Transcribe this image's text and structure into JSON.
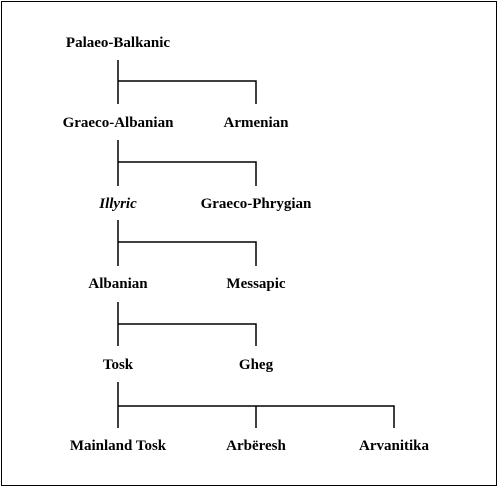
{
  "diagram": {
    "nodes": {
      "palaeo_balkanic": "Palaeo-Balkanic",
      "graeco_albanian": "Graeco-Albanian",
      "armenian": "Armenian",
      "illyric": "Illyric",
      "graeco_phrygian": "Graeco-Phrygian",
      "albanian": "Albanian",
      "messapic": "Messapic",
      "tosk": "Tosk",
      "gheg": "Gheg",
      "mainland_tosk": "Mainland Tosk",
      "arberesh": "Arbëresh",
      "arvanitika": "Arvanitika"
    },
    "edges": [
      [
        "palaeo_balkanic",
        "graeco_albanian"
      ],
      [
        "palaeo_balkanic",
        "armenian"
      ],
      [
        "graeco_albanian",
        "illyric"
      ],
      [
        "graeco_albanian",
        "graeco_phrygian"
      ],
      [
        "illyric",
        "albanian"
      ],
      [
        "illyric",
        "messapic"
      ],
      [
        "albanian",
        "tosk"
      ],
      [
        "albanian",
        "gheg"
      ],
      [
        "tosk",
        "mainland_tosk"
      ],
      [
        "tosk",
        "arberesh"
      ],
      [
        "tosk",
        "arvanitika"
      ]
    ]
  }
}
